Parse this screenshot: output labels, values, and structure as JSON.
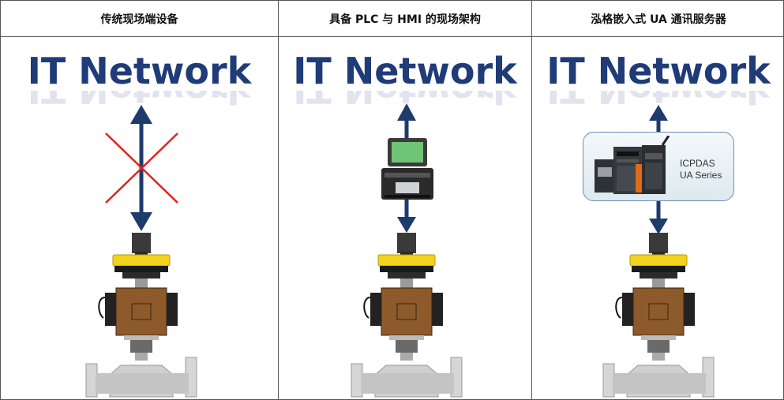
{
  "columns": [
    {
      "header": "传统现场端设备",
      "network_label": "IT Network",
      "connection": "blocked"
    },
    {
      "header": "具备 PLC 与 HMI 的现场架构",
      "network_label": "IT Network",
      "connection": "via-plc-hmi"
    },
    {
      "header": "泓格嵌入式 UA 通讯服务器",
      "network_label": "IT Network",
      "connection": "via-ua-server",
      "device_box": {
        "line1": "ICPDAS",
        "line2": "UA Series"
      }
    }
  ],
  "colors": {
    "network_text": "#1f3b78",
    "arrow": "#1f3b6b",
    "cross": "#e2231a",
    "valve_yellow": "#f2d21b",
    "valve_body": "#8c5a2b"
  }
}
